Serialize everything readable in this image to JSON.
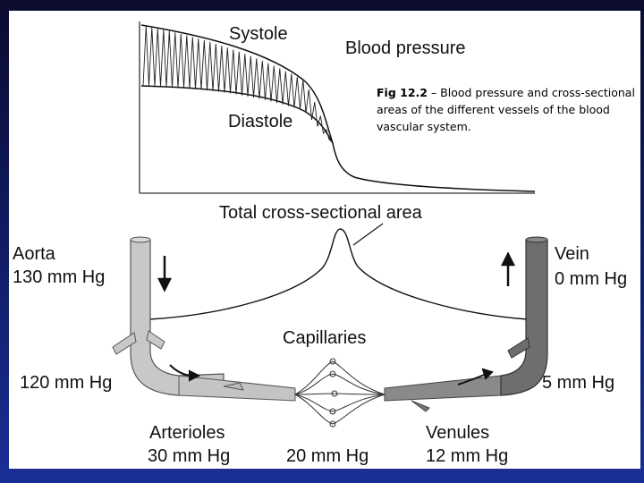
{
  "labels": {
    "systole": "Systole",
    "diastole": "Diastole",
    "blood_pressure": "Blood pressure",
    "total_area": "Total cross-sectional area",
    "aorta": "Aorta",
    "aorta_pressure": "130 mm Hg",
    "vein": "Vein",
    "vein_pressure": "0 mm Hg",
    "capillaries": "Capillaries",
    "left_branch_pressure": "120 mm Hg",
    "right_branch_pressure": "5 mm Hg",
    "arterioles": "Arterioles",
    "arterioles_pressure": "30 mm Hg",
    "capillary_pressure": "20 mm Hg",
    "venules": "Venules",
    "venules_pressure": "12 mm Hg"
  },
  "caption": {
    "fig": "Fig 12.2",
    "text": " – Blood pressure and cross-sectional areas of the different vessels of the blood vascular system."
  },
  "colors": {
    "background_dark": "#0b0b2e",
    "background_blue": "#1a2f96",
    "panel": "#ffffff",
    "artery": "#c8c8c8",
    "vein": "#6e6e6e"
  }
}
